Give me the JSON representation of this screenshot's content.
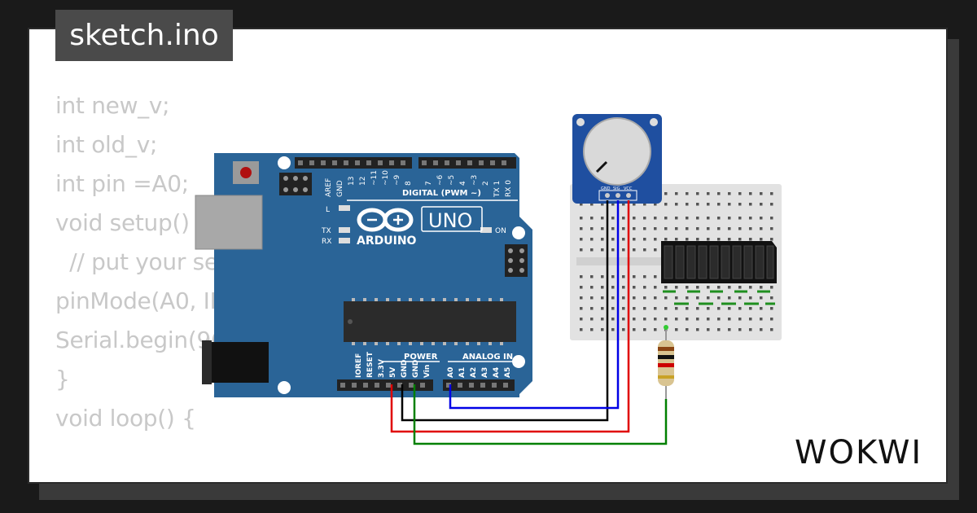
{
  "filename": "sketch.ino",
  "brand": "WOKWI",
  "code_lines": [
    "int new_v;",
    "int old_v;",
    "int pin =A0;",
    "",
    "void setup() {",
    "  // put your setup code here, to run once:",
    "pinMode(A0, INPUT);",
    "Serial.begin(9600);",
    "}",
    "",
    "void loop() {"
  ],
  "arduino": {
    "brand": "ARDUINO",
    "model": "UNO",
    "digital_label": "DIGITAL (PWM ~)",
    "digital_pins": [
      "AREF",
      "GND",
      "13",
      "12",
      "~11",
      "~10",
      "~9",
      "8",
      "7",
      "~6",
      "~5",
      "4",
      "~3",
      "2",
      "TX 1",
      "RX 0"
    ],
    "power_label": "POWER",
    "analog_label": "ANALOG IN",
    "power_pins": [
      "IOREF",
      "RESET",
      "3.3V",
      "5V",
      "GND",
      "GND",
      "Vin"
    ],
    "analog_pins": [
      "A0",
      "A1",
      "A2",
      "A3",
      "A4",
      "A5"
    ],
    "led_l": "L",
    "led_tx": "TX",
    "led_rx": "RX",
    "led_on": "ON"
  },
  "potentiometer": {
    "pins": [
      "GND",
      "SIG",
      "VCC"
    ]
  },
  "colors": {
    "board": "#2a6497",
    "wire_red": "#e00000",
    "wire_black": "#000000",
    "wire_blue": "#0000e6",
    "wire_green": "#008000",
    "code_text": "#c8c8c8"
  }
}
